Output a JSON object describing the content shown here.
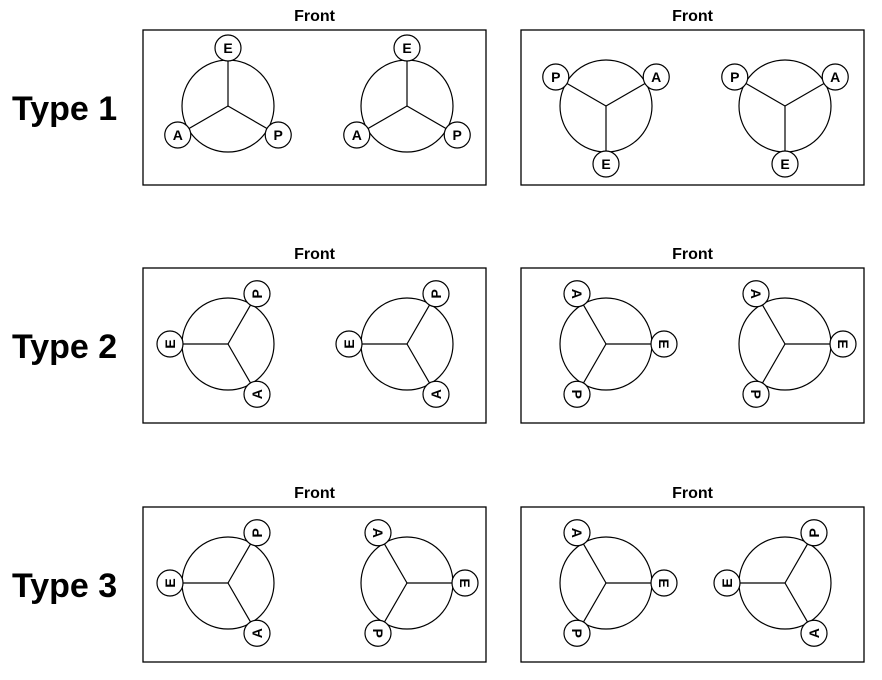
{
  "front_label": "Front",
  "rows": [
    {
      "label": "Type 1",
      "panels": [
        {
          "symbols": [
            {
              "letters": [
                "E",
                "P",
                "A"
              ],
              "angles": [
                -90,
                30,
                150
              ],
              "rotations": [
                0,
                0,
                0
              ]
            },
            {
              "letters": [
                "E",
                "P",
                "A"
              ],
              "angles": [
                -90,
                30,
                150
              ],
              "rotations": [
                0,
                0,
                0
              ]
            }
          ]
        },
        {
          "symbols": [
            {
              "letters": [
                "P",
                "A",
                "E"
              ],
              "angles": [
                -150,
                -30,
                90
              ],
              "rotations": [
                0,
                0,
                0
              ]
            },
            {
              "letters": [
                "P",
                "A",
                "E"
              ],
              "angles": [
                -150,
                -30,
                90
              ],
              "rotations": [
                0,
                0,
                0
              ]
            }
          ]
        }
      ]
    },
    {
      "label": "Type 2",
      "panels": [
        {
          "symbols": [
            {
              "letters": [
                "E",
                "P",
                "A"
              ],
              "angles": [
                180,
                -60,
                60
              ],
              "rotations": [
                -90,
                -90,
                -90
              ]
            },
            {
              "letters": [
                "E",
                "P",
                "A"
              ],
              "angles": [
                180,
                -60,
                60
              ],
              "rotations": [
                -90,
                -90,
                -90
              ]
            }
          ]
        },
        {
          "symbols": [
            {
              "letters": [
                "E",
                "A",
                "P"
              ],
              "angles": [
                0,
                -120,
                120
              ],
              "rotations": [
                90,
                90,
                90
              ]
            },
            {
              "letters": [
                "E",
                "A",
                "P"
              ],
              "angles": [
                0,
                -120,
                120
              ],
              "rotations": [
                90,
                90,
                90
              ]
            }
          ]
        }
      ]
    },
    {
      "label": "Type 3",
      "panels": [
        {
          "symbols": [
            {
              "letters": [
                "E",
                "P",
                "A"
              ],
              "angles": [
                180,
                -60,
                60
              ],
              "rotations": [
                -90,
                -90,
                -90
              ]
            },
            {
              "letters": [
                "E",
                "A",
                "P"
              ],
              "angles": [
                0,
                -120,
                120
              ],
              "rotations": [
                90,
                90,
                90
              ]
            }
          ]
        },
        {
          "symbols": [
            {
              "letters": [
                "E",
                "A",
                "P"
              ],
              "angles": [
                0,
                -120,
                120
              ],
              "rotations": [
                90,
                90,
                90
              ]
            },
            {
              "letters": [
                "E",
                "P",
                "A"
              ],
              "angles": [
                180,
                -60,
                60
              ],
              "rotations": [
                -90,
                -90,
                -90
              ]
            }
          ]
        }
      ]
    }
  ]
}
